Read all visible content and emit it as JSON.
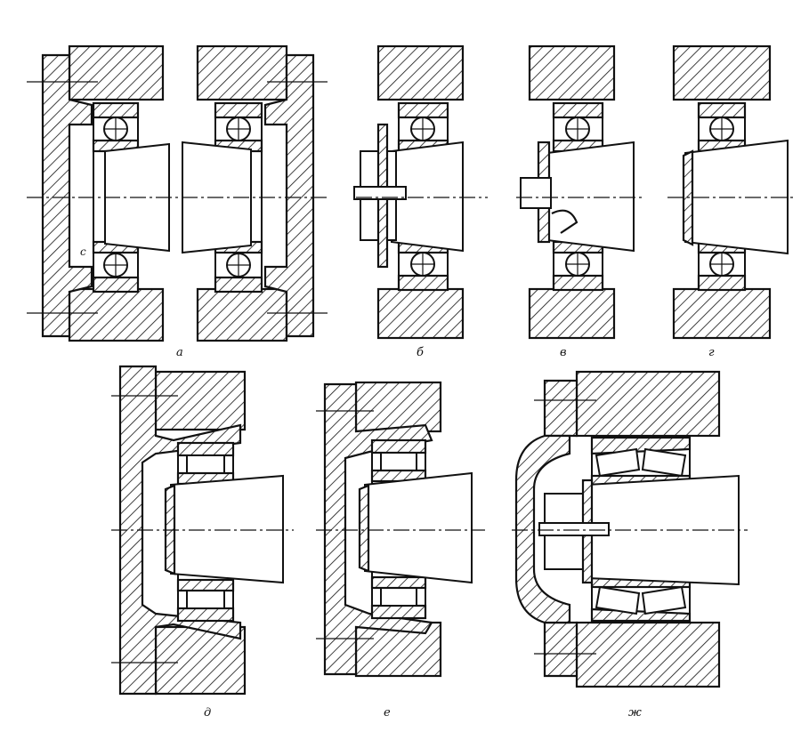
{
  "figure": {
    "labels": {
      "a": "а",
      "b": "б",
      "v": "в",
      "g": "г",
      "d": "д",
      "e": "е",
      "zh": "ж",
      "c": "c"
    }
  }
}
